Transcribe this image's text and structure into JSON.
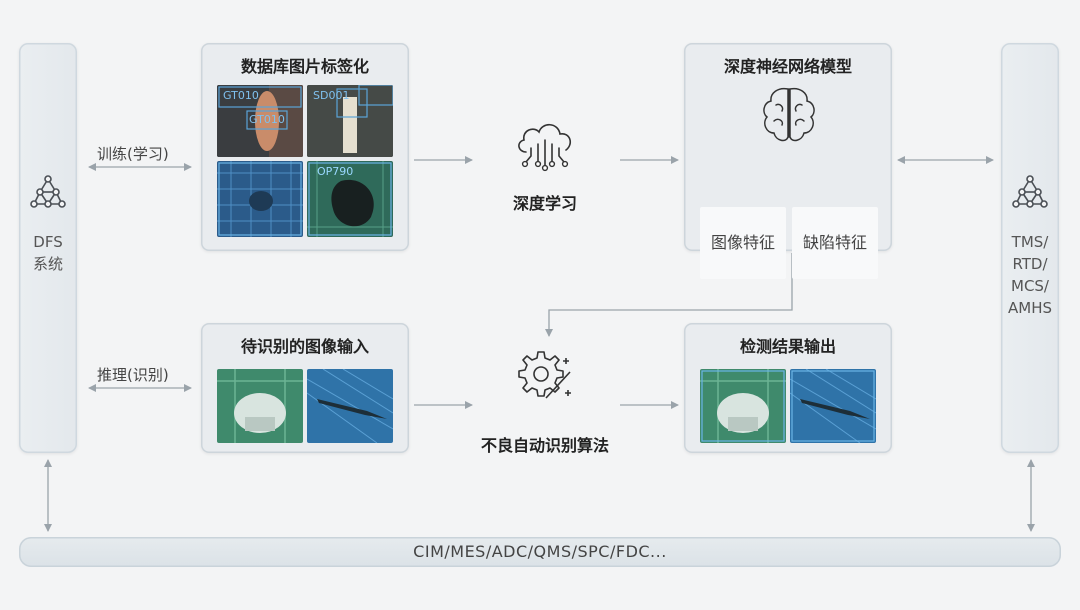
{
  "dfs": {
    "line1": "DFS",
    "line2": "系统"
  },
  "right_system": {
    "line1": "TMS/",
    "line2": "RTD/",
    "line3": "MCS/",
    "line4": "AMHS"
  },
  "train_link": "训练(学习)",
  "infer_link": "推理(识别)",
  "box_label_db": {
    "title": "数据库图片标签化",
    "tags": [
      "GT010",
      "GT010",
      "SD001",
      "OP790"
    ]
  },
  "deep_learning": "深度学习",
  "box_dnn": {
    "title": "深度神经网络模型",
    "features": [
      "图像特征",
      "缺陷特征"
    ]
  },
  "box_input": {
    "title": "待识别的图像输入"
  },
  "algorithm": "不良自动识别算法",
  "box_output": {
    "title": "检测结果输出"
  },
  "bottom_bar": "CIM/MES/ADC/QMS/SPC/FDC...",
  "colors": {
    "background": "#f3f4f5",
    "box": "#e9ecef",
    "line": "#9aa3aa",
    "text": "#333333"
  }
}
